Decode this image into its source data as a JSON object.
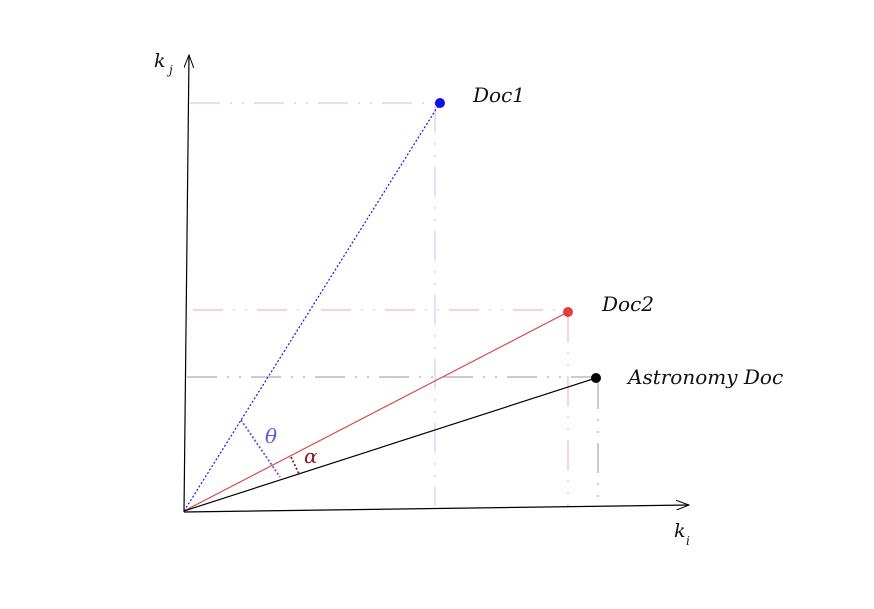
{
  "axes": {
    "x_label_base": "k",
    "x_label_sub": "i",
    "y_label_base": "k",
    "y_label_sub": "j"
  },
  "docs": [
    {
      "name": "Doc1",
      "color": "#1010e0"
    },
    {
      "name": "Doc2",
      "color": "#e03a3a"
    },
    {
      "name": "Astronomy Doc",
      "color": "#000000"
    }
  ],
  "angles": {
    "theta": {
      "symbol": "θ",
      "color": "#5b5bd6"
    },
    "alpha": {
      "symbol": "α",
      "color": "#8b1a1a"
    }
  },
  "colors": {
    "doc1_projection": "#b8b8ee",
    "doc2_projection": "#f0a0a0",
    "astro_projection": "#999999",
    "axis": "#000000"
  }
}
